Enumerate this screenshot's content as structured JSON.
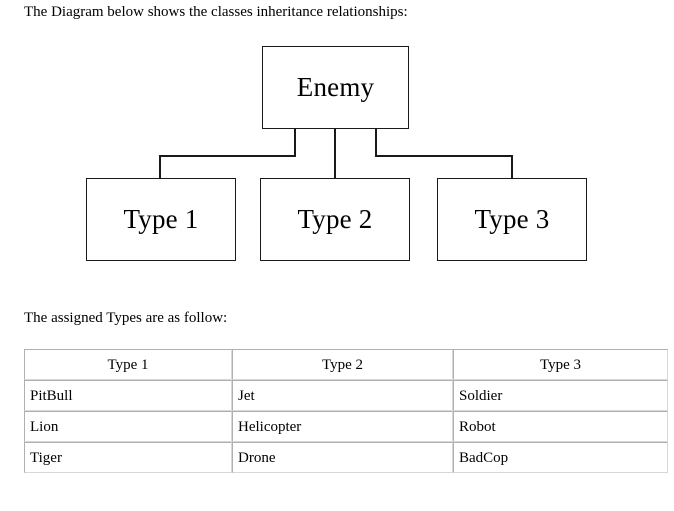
{
  "document": {
    "caption_diagram": "The Diagram below shows the classes inheritance relationships:",
    "caption_types": "The assigned Types are as follow:"
  },
  "diagram": {
    "type": "class-inheritance-tree",
    "root": {
      "label": "Enemy"
    },
    "children": [
      {
        "label": "Type 1"
      },
      {
        "label": "Type 2"
      },
      {
        "label": "Type 3"
      }
    ],
    "edge_color": "#1a1a1a",
    "box_fill": "#ffffff"
  },
  "table": {
    "headers": [
      "Type 1",
      "Type 2",
      "Type 3"
    ],
    "rows": [
      [
        "PitBull",
        "Jet",
        "Soldier"
      ],
      [
        "Lion",
        "Helicopter",
        "Robot"
      ],
      [
        "Tiger",
        "Drone",
        "BadCop"
      ]
    ],
    "border_color": "#b0b0b0"
  }
}
